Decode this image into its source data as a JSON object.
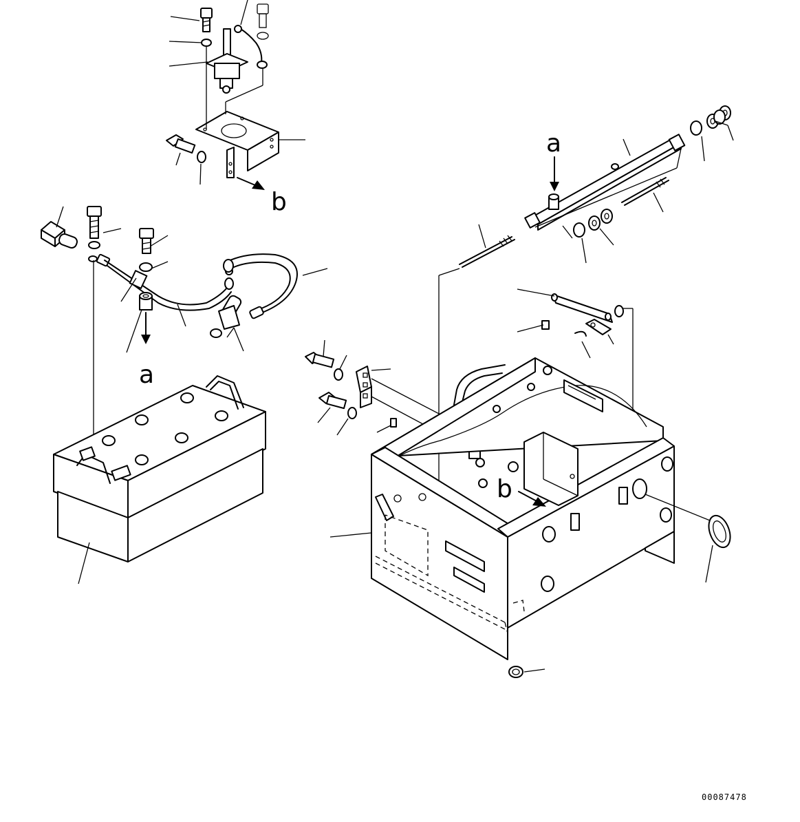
{
  "callouts": [
    {
      "letter": "a",
      "role": "arrow-start"
    },
    {
      "letter": "b",
      "role": "arrow-start"
    },
    {
      "letter": "a",
      "role": "arrow-end"
    },
    {
      "letter": "b",
      "role": "arrow-end"
    }
  ],
  "drawing_number": "00087478"
}
